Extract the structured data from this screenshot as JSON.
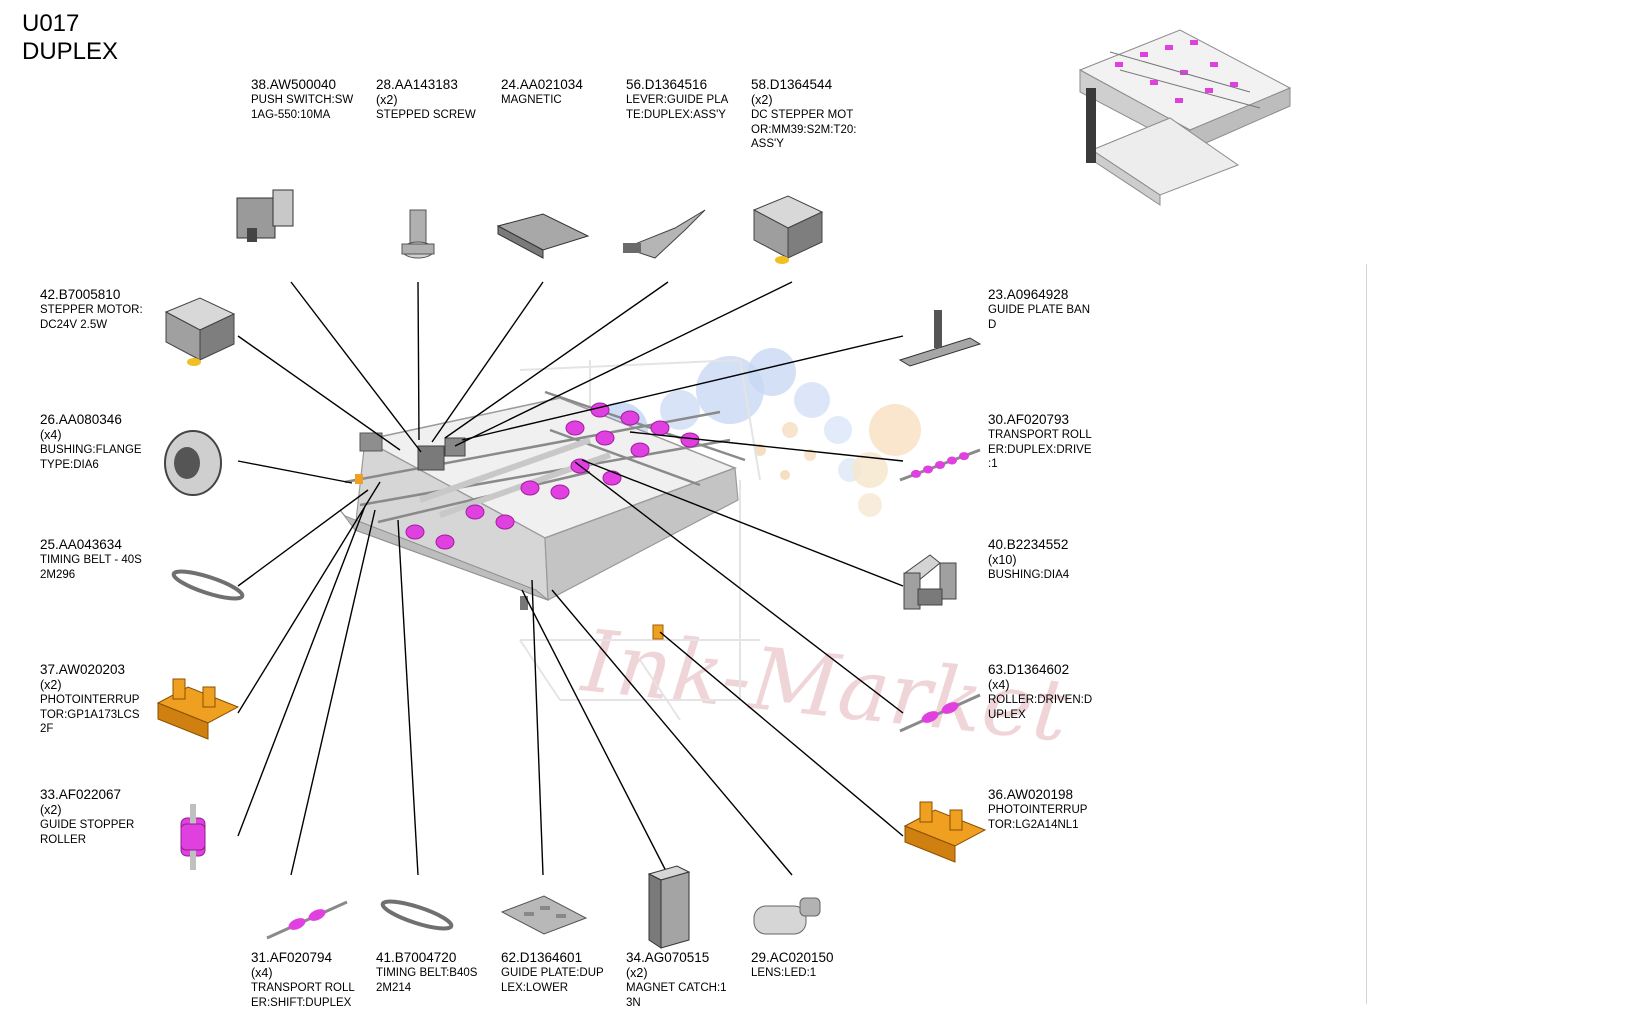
{
  "header": {
    "code": "U017",
    "title": "DUPLEX"
  },
  "watermark": "Ink-Market",
  "parts": [
    {
      "id": "p38",
      "number": "38.AW500040",
      "qty": "",
      "desc": "PUSH SWITCH:SW\n1AG-550:10MA",
      "icon": "push-switch-icon",
      "color": "#9a9a9a"
    },
    {
      "id": "p28",
      "number": "28.AA143183",
      "qty": "(x2)",
      "desc": "STEPPED SCREW",
      "icon": "stepped-screw-icon",
      "color": "#b0b0b0"
    },
    {
      "id": "p24",
      "number": "24.AA021034",
      "qty": "",
      "desc": "MAGNETIC",
      "icon": "magnetic-plate-icon",
      "color": "#a8a8a8"
    },
    {
      "id": "p56",
      "number": "56.D1364516",
      "qty": "",
      "desc": "LEVER:GUIDE PLA\nTE:DUPLEX:ASS'Y",
      "icon": "lever-guide-plate-icon",
      "color": "#b5b5b5"
    },
    {
      "id": "p58",
      "number": "58.D1364544",
      "qty": "(x2)",
      "desc": "DC STEPPER MOT\nOR:MM39:S2M:T20:\nASS'Y",
      "icon": "dc-stepper-motor-icon",
      "color": "#9e9e9e"
    },
    {
      "id": "p42",
      "number": "42.B7005810",
      "qty": "",
      "desc": "STEPPER MOTOR:\nDC24V 2.5W",
      "icon": "stepper-motor-icon",
      "color": "#a0a0a0"
    },
    {
      "id": "p26",
      "number": "26.AA080346",
      "qty": "(x4)",
      "desc": "BUSHING:FLANGE\nTYPE:DIA6",
      "icon": "flange-bushing-icon",
      "color": "#9c9c9c"
    },
    {
      "id": "p25",
      "number": "25.AA043634",
      "qty": "",
      "desc": "TIMING BELT - 40S\n2M296",
      "icon": "timing-belt-icon",
      "color": "#707070"
    },
    {
      "id": "p37",
      "number": "37.AW020203",
      "qty": "(x2)",
      "desc": "PHOTOINTERRUP\nTOR:GP1A173LCS\n2F",
      "icon": "photointerrupter-icon",
      "color": "#f0a020"
    },
    {
      "id": "p33",
      "number": "33.AF022067",
      "qty": "(x2)",
      "desc": "GUIDE STOPPER\nROLLER",
      "icon": "stopper-roller-icon",
      "color": "#e040e0"
    },
    {
      "id": "p31",
      "number": "31.AF020794",
      "qty": "(x4)",
      "desc": "TRANSPORT ROLL\nER:SHIFT:DUPLEX",
      "icon": "shift-roller-icon",
      "color": "#e040e0"
    },
    {
      "id": "p41",
      "number": "41.B7004720",
      "qty": "",
      "desc": "TIMING BELT:B40S\n2M214",
      "icon": "timing-belt-small-icon",
      "color": "#707070"
    },
    {
      "id": "p62",
      "number": "62.D1364601",
      "qty": "",
      "desc": "GUIDE PLATE:DUP\nLEX:LOWER",
      "icon": "lower-guide-plate-icon",
      "color": "#b8b8b8"
    },
    {
      "id": "p34",
      "number": "34.AG070515",
      "qty": "(x2)",
      "desc": "MAGNET CATCH:1\n3N",
      "icon": "magnet-catch-icon",
      "color": "#a4a4a4"
    },
    {
      "id": "p29",
      "number": "29.AC020150",
      "qty": "",
      "desc": "LENS:LED:1",
      "icon": "led-lens-icon",
      "color": "#b2b2b2"
    },
    {
      "id": "p23",
      "number": "23.A0964928",
      "qty": "",
      "desc": "GUIDE PLATE BAN\nD",
      "icon": "guide-band-icon",
      "color": "#a6a6a6"
    },
    {
      "id": "p30",
      "number": "30.AF020793",
      "qty": "",
      "desc": "TRANSPORT ROLL\nER:DUPLEX:DRIVE\n:1",
      "icon": "drive-roller-icon",
      "color": "#e040e0"
    },
    {
      "id": "p40",
      "number": "40.B2234552",
      "qty": "(x10)",
      "desc": "BUSHING:DIA4",
      "icon": "bushing-icon",
      "color": "#a0a0a0"
    },
    {
      "id": "p63",
      "number": "63.D1364602",
      "qty": "(x4)",
      "desc": "ROLLER:DRIVEN:D\nUPLEX",
      "icon": "driven-roller-icon",
      "color": "#e040e0"
    },
    {
      "id": "p36",
      "number": "36.AW020198",
      "qty": "",
      "desc": "PHOTOINTERRUP\nTOR:LG2A14NL1",
      "icon": "photointerrupter-2-icon",
      "color": "#f0a020"
    }
  ],
  "colors": {
    "roller": "#e040e0",
    "sensor": "#f0a020",
    "metal": "#a8a8a8",
    "frame": "#d8d8d8"
  }
}
